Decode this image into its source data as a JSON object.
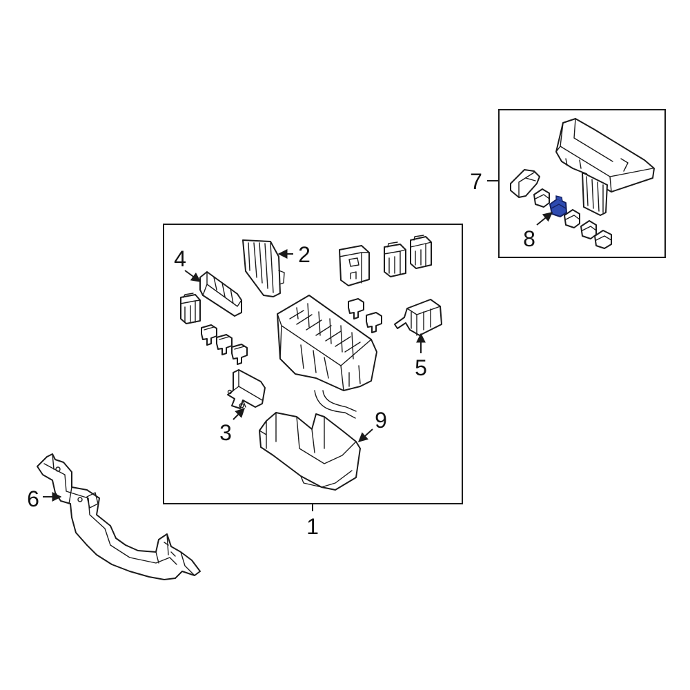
{
  "callouts": [
    "1",
    "2",
    "3",
    "4",
    "5",
    "6",
    "7",
    "8",
    "9"
  ],
  "colors": {
    "line": "#1a1a1a",
    "highlight_fill": "#2e4bb0",
    "highlight_stroke": "#14205e",
    "background": "#ffffff"
  }
}
